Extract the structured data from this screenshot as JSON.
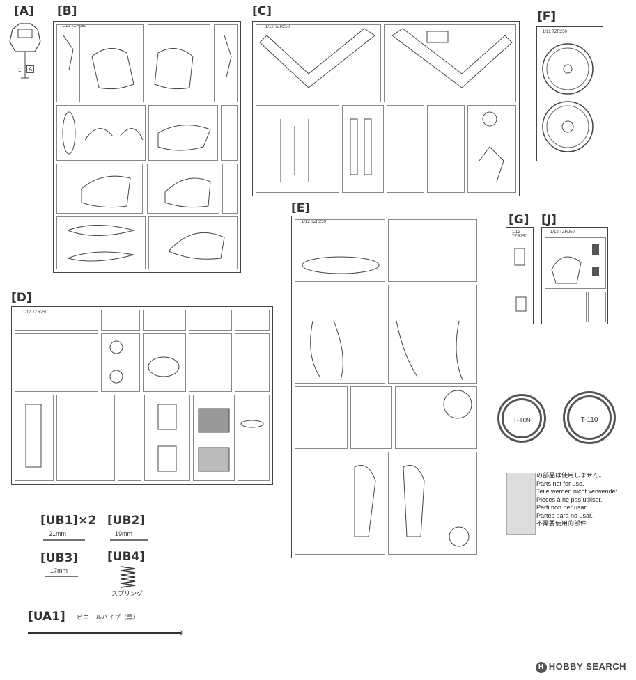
{
  "sections": {
    "A": "[A]",
    "B": "[B]",
    "C": "[C]",
    "D": "[D]",
    "E": "[E]",
    "F": "[F]",
    "G": "[G]",
    "J": "[J]"
  },
  "tray_header": "1/12 TZR250",
  "part_a": {
    "num": "1",
    "letter": "A"
  },
  "tires": {
    "t109": "T-109",
    "t110": "T-110"
  },
  "not_for_use": [
    "の部品は使用しません。",
    "Parts not for use.",
    "Teile werden nicht verwendet.",
    "Pièces à ne pas utiliser.",
    "Parti non per usar.",
    "Partes para no usar.",
    "不需要使用的部件"
  ],
  "extras": {
    "ub1": "[UB1]×2",
    "ub1_len": "21mm",
    "ub2": "[UB2]",
    "ub2_len": "19mm",
    "ub3": "[UB3]",
    "ub3_len": "17mm",
    "ub4": "[UB4]",
    "ub4_note": "スプリング",
    "ua1": "[UA1]",
    "ua1_note": "ビニールパイプ（黒）"
  },
  "watermark": "HOBBY SEARCH"
}
